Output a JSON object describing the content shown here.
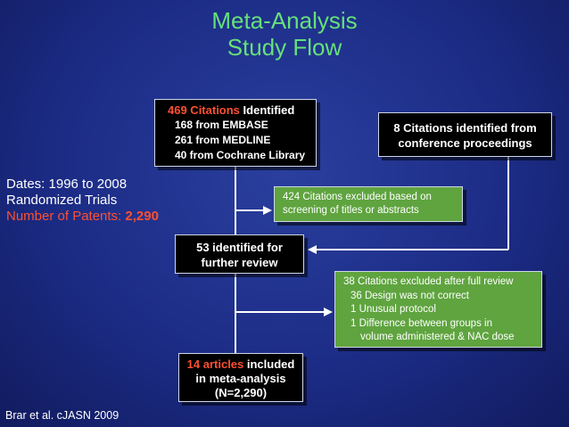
{
  "title": {
    "line1": "Meta-Analysis",
    "line2": "Study Flow"
  },
  "box_identified": {
    "count": "469 Citations",
    "label": " Identified",
    "lines": [
      "168 from EMBASE",
      "261 from MEDLINE",
      "40 from Cochrane Library"
    ]
  },
  "box_conference": {
    "line1": "8 Citations identified from",
    "line2": "conference proceedings"
  },
  "box_excluded_titles": {
    "line1": "424 Citations excluded based on",
    "line2": "screening of titles or abstracts"
  },
  "box_review": {
    "line1": "53 identified for",
    "line2": "further review"
  },
  "box_excluded_full": {
    "line1": "38 Citations excluded after full review",
    "line2": "36 Design was not correct",
    "line3": "1 Unusual protocol",
    "line4": "1 Difference between groups in",
    "line5": "volume administered & NAC dose"
  },
  "box_included": {
    "count": "14 articles",
    "label": " included",
    "line2": "in meta-analysis",
    "line3": "(N=2,290)"
  },
  "side_info": {
    "dates": "Dates: 1996 to 2008",
    "design": "Randomized Trials",
    "patients_label": "Number of Patents: ",
    "patients_value": "2,290"
  },
  "citation": "Brar et al. cJASN 2009",
  "colors": {
    "title": "#66e07a",
    "highlight": "#ff5030",
    "green_box": "#5fa43f",
    "dark_box": "#000000"
  }
}
